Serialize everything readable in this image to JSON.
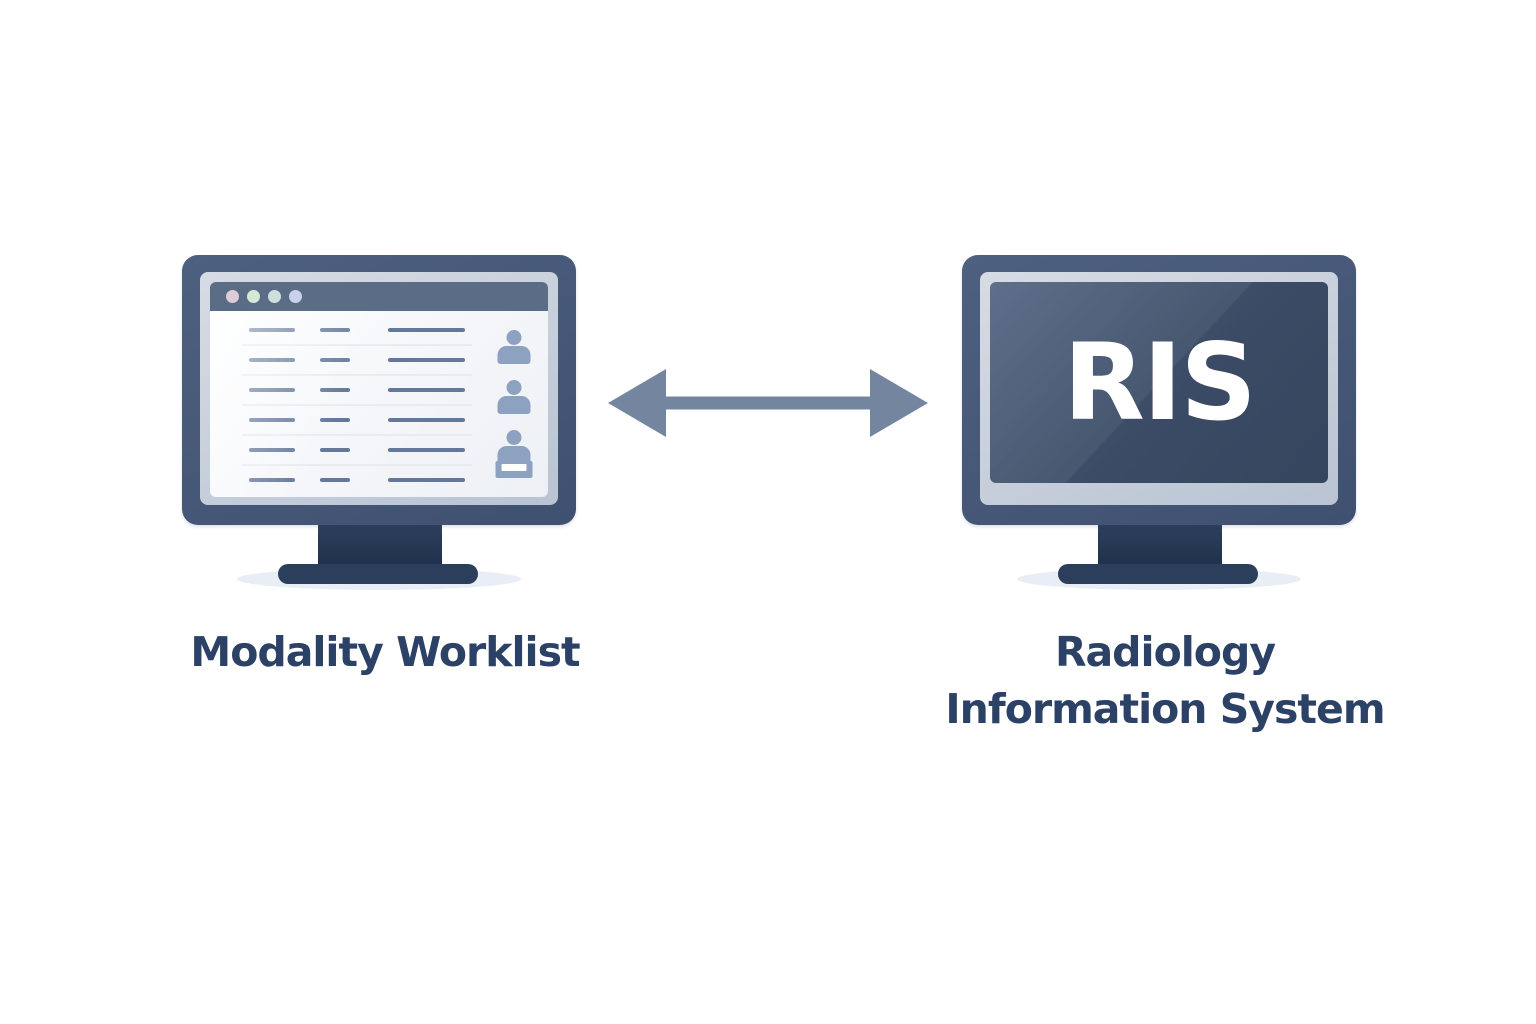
{
  "diagram": {
    "connector": {
      "name": "bidirectional-arrow",
      "color": "#74869f"
    },
    "left_node": {
      "label": "Modality Worklist",
      "kind": "monitor-modality-worklist",
      "browser_dots": [
        "#dccdd6",
        "#d5e8d6",
        "#cfe0da",
        "#c9d2ea"
      ],
      "worklist": {
        "row_count": 6,
        "segment_offsets": [
          7,
          78,
          146
        ],
        "segment_widths": [
          46,
          30,
          77
        ],
        "person_icons": 3,
        "badge_on_last_icon": true
      }
    },
    "right_node": {
      "label_lines": [
        "Radiology",
        "Information System"
      ],
      "screen_text": "RIS",
      "kind": "monitor-ris"
    },
    "colors": {
      "background": "#ffffff",
      "bezel_light": "#4e6080",
      "bezel_dark": "#3f5070",
      "frame_light": "#d6dce5",
      "frame_dark": "#b9c3d2",
      "header": "#5b6c87",
      "content_top": "#fcfdfe",
      "content_bottom": "#edf0f5",
      "dash": "#64789b",
      "separator": "#e9ebf0",
      "person": "#8ca2c0",
      "stand_neck_top": "#2d405e",
      "stand_neck_bottom": "#1f3049",
      "stand_base": "#2b3e5c",
      "shadow": "#e9eef6",
      "screen_a": "#4d5e7d",
      "screen_b": "#36455e",
      "label_text": "#2b4166",
      "screen_text_color": "#ffffff",
      "arrow": "#74869f"
    }
  }
}
